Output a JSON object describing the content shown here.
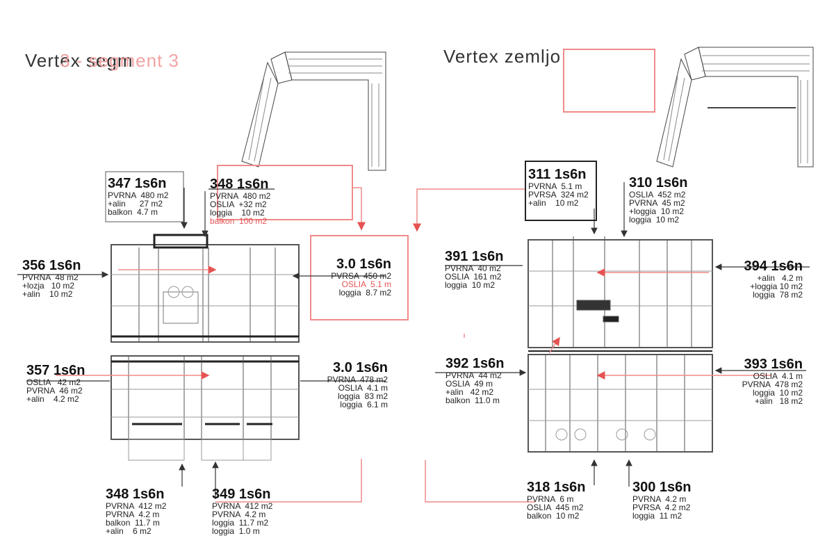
{
  "colors": {
    "accent": "#e55353",
    "accent_light": "#f2a3a3",
    "line": "#333333"
  },
  "titles": {
    "left": "Vertex segm",
    "left_overlay": "3 - segment 3",
    "right": "Vertex zemljo"
  },
  "labels": {
    "l_top1": {
      "big": "347 1s6n",
      "lines": [
        "PVRNA  480 m2",
        "+alin      27 m2",
        "balkon  4.7 m"
      ]
    },
    "l_top2": {
      "big": "348 1s6n",
      "lines": [
        "PVRNA  480 m2",
        "OSLIA  +32 m2",
        "loggia    10 m2",
        "balkon  100 m2"
      ]
    },
    "l_mid1": {
      "big": "356 1s6n",
      "lines": [
        "PVRNA  48 m2",
        "+lozja   10 m2",
        "+alin    10 m2"
      ]
    },
    "l_mid2": {
      "big": "3.0 1s6n",
      "lines": [
        "PVRSA  450 m2",
        "OSLIA  5.1 m",
        "loggia  8.7 m2"
      ]
    },
    "l_low1": {
      "big": "357 1s6n",
      "lines": [
        "OSLIA   42 m2",
        "PVRNA  46 m2",
        "+alin    4.2 m2"
      ]
    },
    "l_low2": {
      "big": "3.0 1s6n",
      "lines": [
        "PVRNA  478 m2",
        "OSLIA  4.1 m",
        "loggia  83 m2",
        "loggia  6.1 m"
      ]
    },
    "l_bot1": {
      "big": "348 1s6n",
      "lines": [
        "PVRNA  412 m2",
        "PVRNA  4.2 m",
        "balkon  11.7 m",
        "+alin    6 m2"
      ]
    },
    "l_bot2": {
      "big": "349 1s6n",
      "lines": [
        "PVRNA  412 m2",
        "PVRNA  4.2 m",
        "loggia  11.7 m2",
        "loggia  1.0 m"
      ]
    },
    "r_top1": {
      "big": "311 1s6n",
      "lines": [
        "PVRNA  5.1 m",
        "PVRSA  324 m2",
        "+alin    10 m2"
      ]
    },
    "r_top2": {
      "big": "310 1s6n",
      "lines": [
        "OSLIA  452 m2",
        "PVRNA  45 m2",
        "+loggia  10 m2",
        "loggia  10 m2"
      ]
    },
    "r_mid1": {
      "big": "391 1s6n",
      "lines": [
        "PVRNA  40 m2",
        "OSLIA  161 m2",
        "loggia  10 m2"
      ]
    },
    "r_mid2": {
      "big": "394 1s6n",
      "lines": [
        "+alin   4.2 m",
        "+loggia 10 m2",
        "loggia  78 m2"
      ]
    },
    "r_low1": {
      "big": "392 1s6n",
      "lines": [
        "PVRNA  44 m2",
        "OSLIA  49 m",
        "+alin   42 m2",
        "balkon  11.0 m"
      ]
    },
    "r_low2": {
      "big": "393 1s6n",
      "lines": [
        "OSLIA  4.1 m",
        "PVRNA  478 m2",
        "loggia  10 m2",
        "+alin   18 m2"
      ]
    },
    "r_bot1": {
      "big": "318 1s6n",
      "lines": [
        "PVRNA  6 m",
        "OSLIA  445 m2",
        "balkon  10 m2"
      ]
    },
    "r_bot2": {
      "big": "300 1s6n",
      "lines": [
        "PVRNA  4.2 m",
        "PVRSA  4.2 m2",
        "loggia  11 m2"
      ]
    }
  }
}
